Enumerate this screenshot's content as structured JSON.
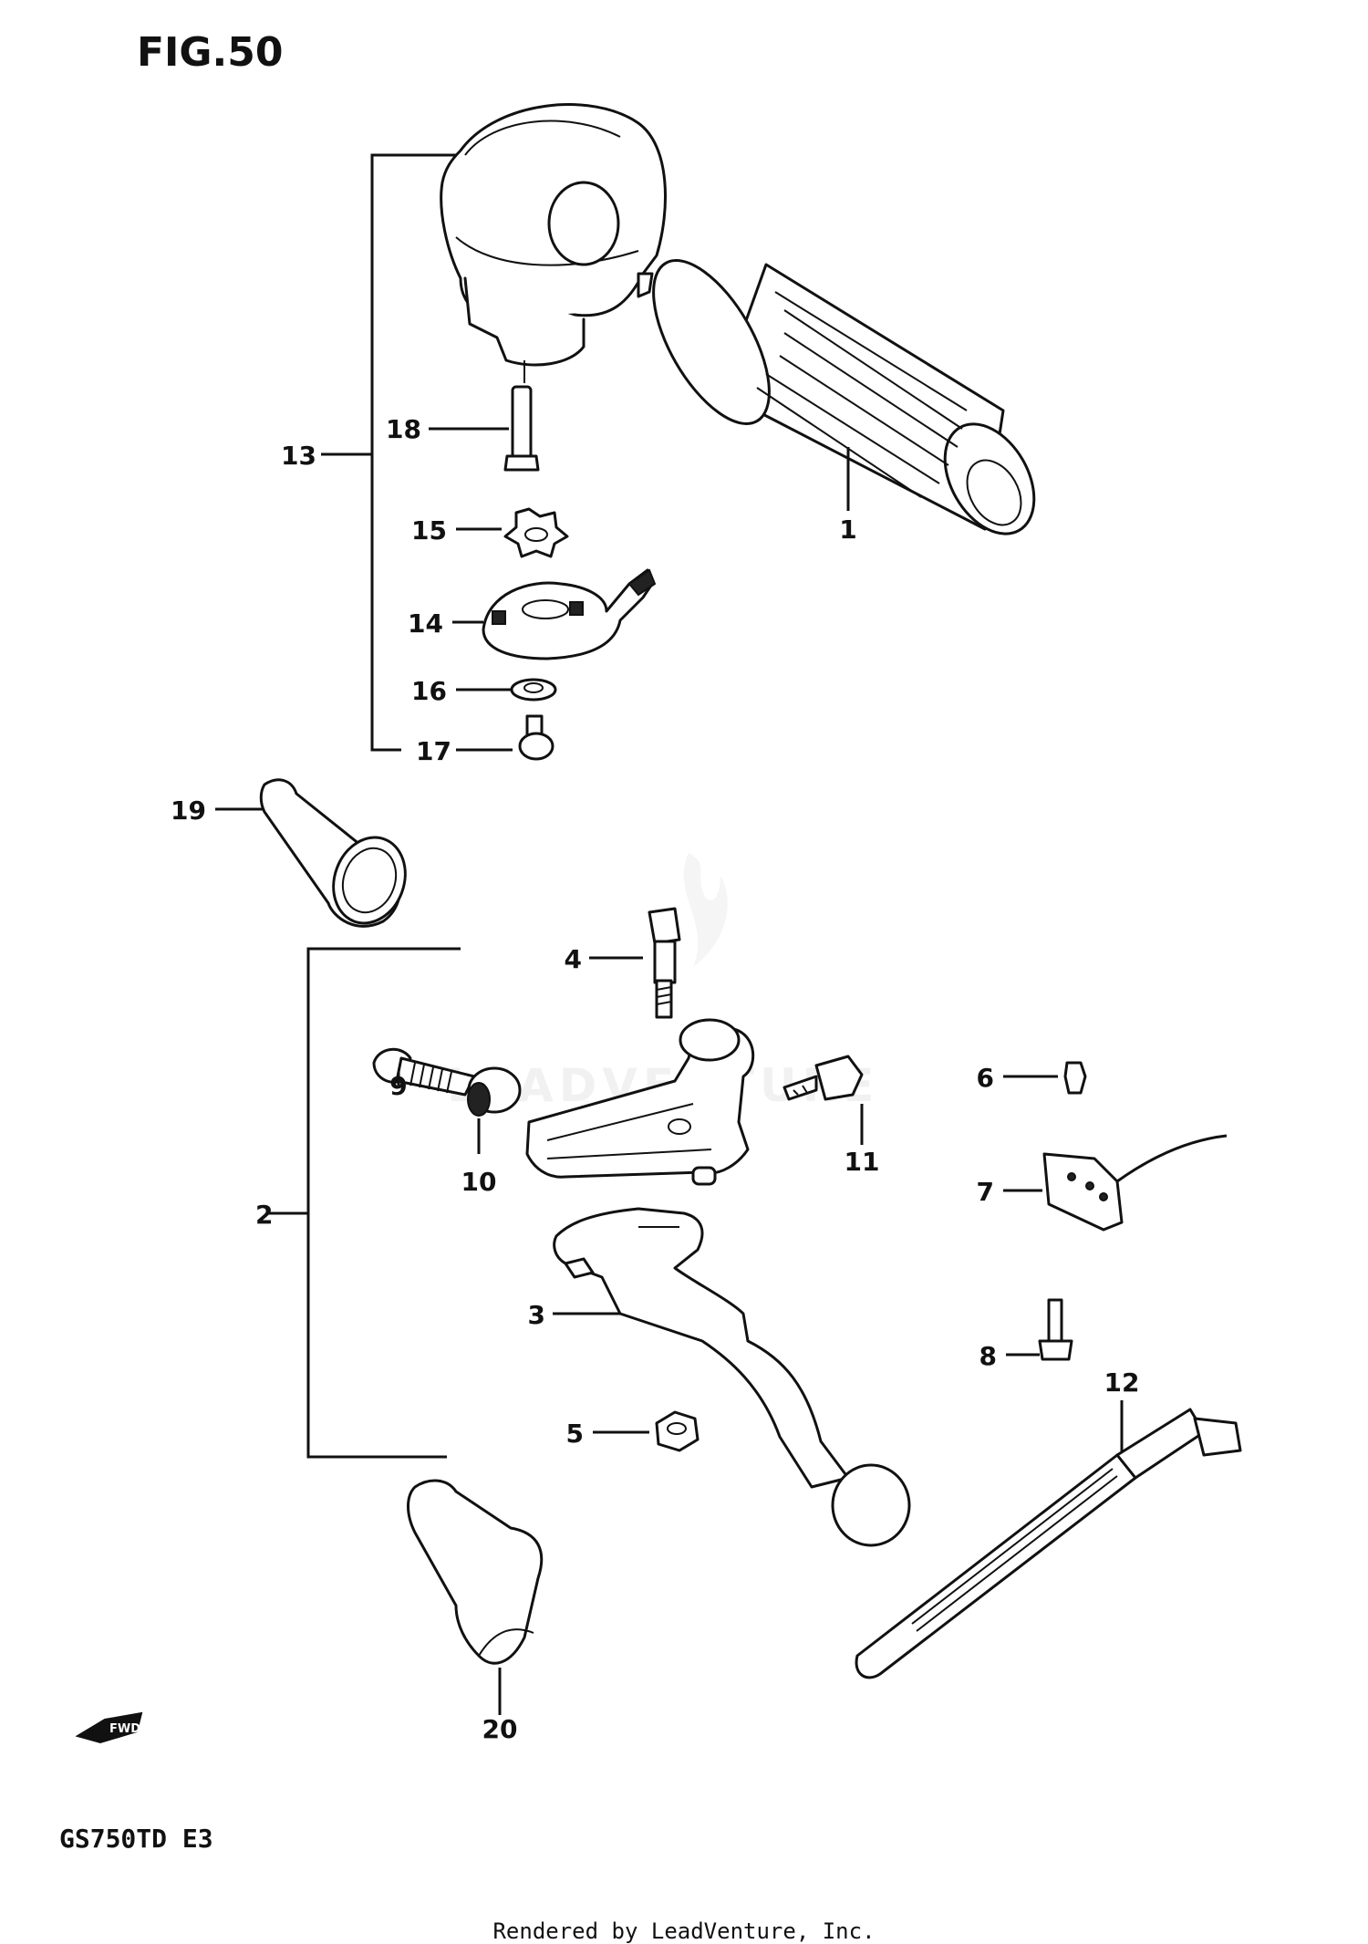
{
  "figure": {
    "title": "FIG.50",
    "model": "GS750TD  E3",
    "footer": "Rendered by LeadVenture, Inc.",
    "watermark": "LEADVENTURE",
    "fwd_badge": "FWD"
  },
  "callouts": {
    "c1": "1",
    "c2": "2",
    "c3": "3",
    "c4": "4",
    "c5": "5",
    "c6": "6",
    "c7": "7",
    "c8": "8",
    "c9": "9",
    "c10": "10",
    "c11": "11",
    "c12": "12",
    "c13": "13",
    "c14": "14",
    "c15": "15",
    "c16": "16",
    "c17": "17",
    "c18": "18",
    "c19": "19",
    "c20": "20"
  }
}
